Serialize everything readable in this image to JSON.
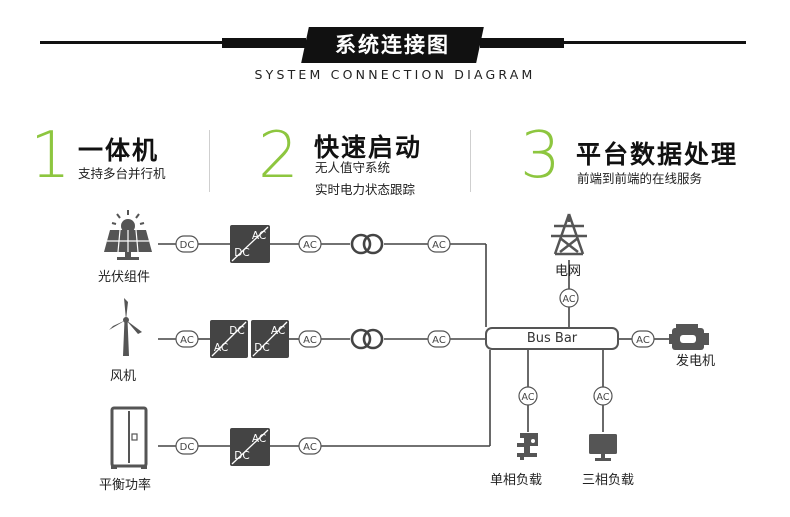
{
  "header": {
    "title": "系统连接图",
    "subtitle": "SYSTEM CONNECTION DIAGRAM"
  },
  "features": [
    {
      "number": "1",
      "title": "一体机",
      "desc": [
        "支持多台并行机"
      ]
    },
    {
      "number": "2",
      "title": "快速启动",
      "desc": [
        "无人值守系统",
        "实时电力状态跟踪"
      ]
    },
    {
      "number": "3",
      "title": "平台数据处理",
      "desc": [
        "前端到前端的在线服务"
      ]
    }
  ],
  "diagram": {
    "sources": [
      "光伏组件",
      "风机",
      "平衡功率"
    ],
    "grid": "电网",
    "generator": "发电机",
    "loads": [
      "单相负载",
      "三相负载"
    ],
    "bus": "Bus Bar",
    "tags": {
      "ac": "AC",
      "dc": "DC"
    }
  },
  "colors": {
    "accent": "#8dc63f",
    "dark": "#111111",
    "icon": "#555555",
    "line": "#444444"
  },
  "icons": [
    "solar-panel-icon",
    "wind-turbine-icon",
    "battery-cabinet-icon",
    "power-tower-icon",
    "generator-engine-icon",
    "faucet-appliance-icon",
    "monitor-icon",
    "inverter-icon",
    "transformer-icon"
  ]
}
